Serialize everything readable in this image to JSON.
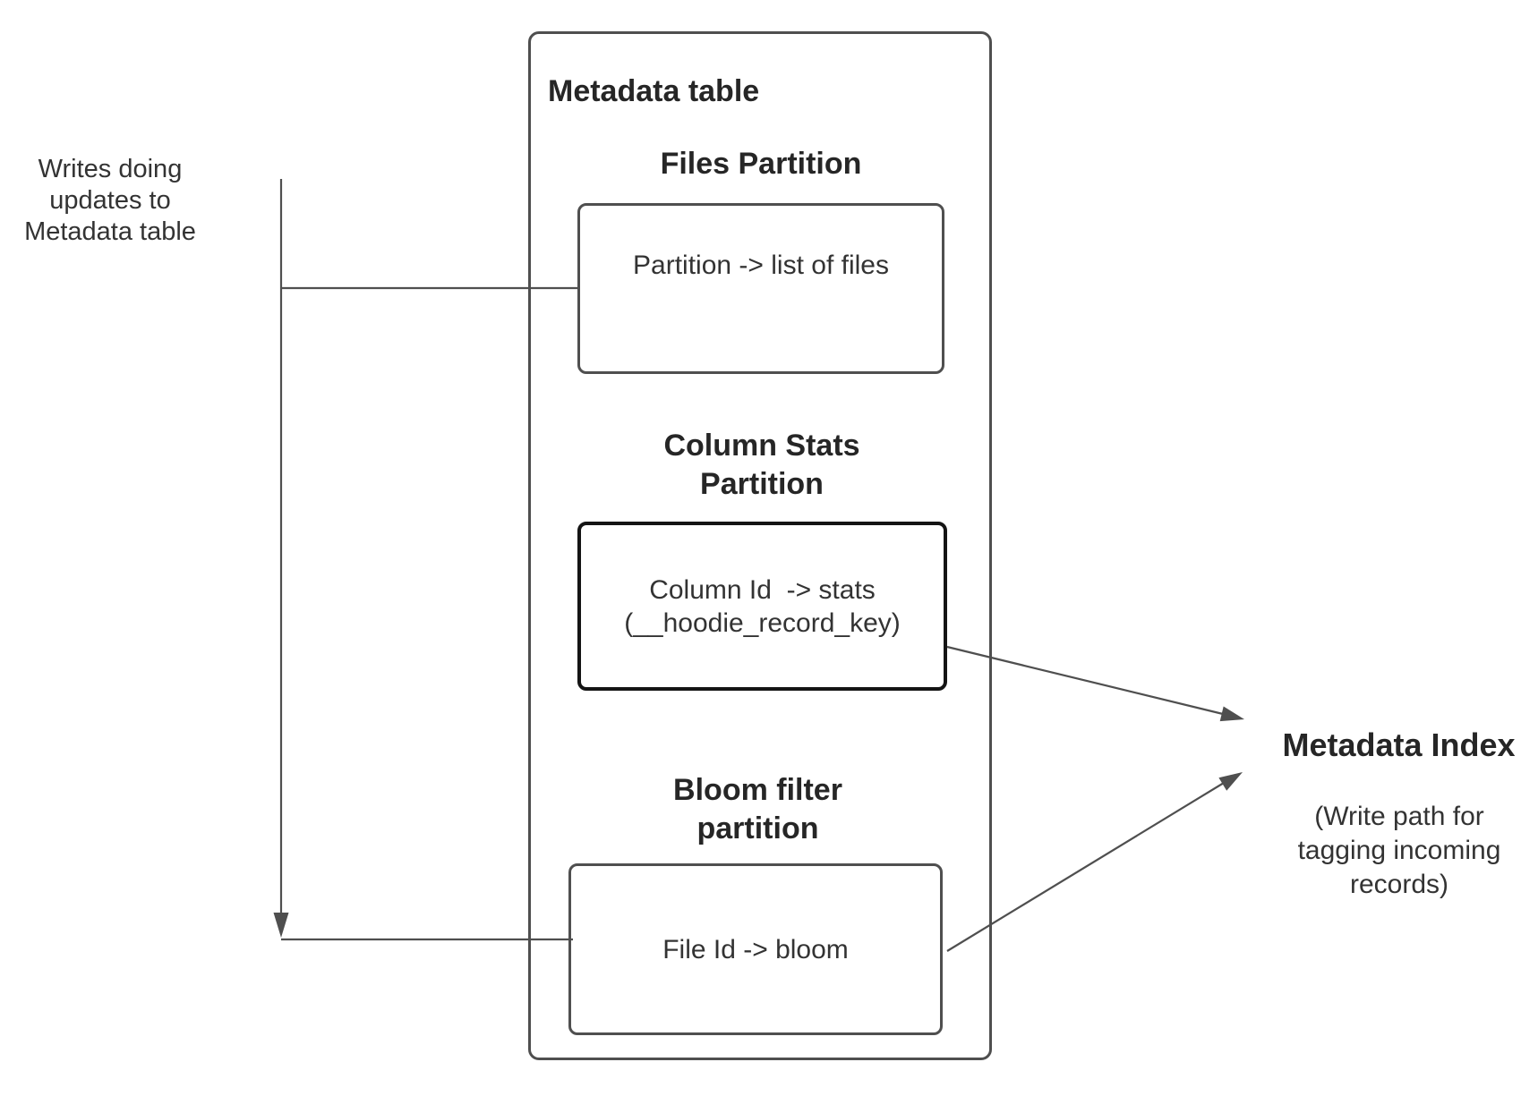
{
  "colors": {
    "background": "#ffffff",
    "line": "#4f4f4f",
    "box_border": "#4f4f4f",
    "emphasis_box_border": "#141414",
    "heading_text": "#262626",
    "body_text": "#333333"
  },
  "left_note": {
    "text": "Writes doing\nupdates to\nMetadata table"
  },
  "metadata_table": {
    "title": "Metadata table",
    "partitions": [
      {
        "header": "Files Partition",
        "mapping": "Partition -> list of files"
      },
      {
        "header": "Column Stats\nPartition",
        "mapping": "Column Id  -> stats\n(__hoodie_record_key)"
      },
      {
        "header": "Bloom filter\npartition",
        "mapping": "File Id -> bloom"
      }
    ]
  },
  "metadata_index": {
    "title": "Metadata Index",
    "subtitle": "(Write path for\ntagging incoming\nrecords)"
  }
}
